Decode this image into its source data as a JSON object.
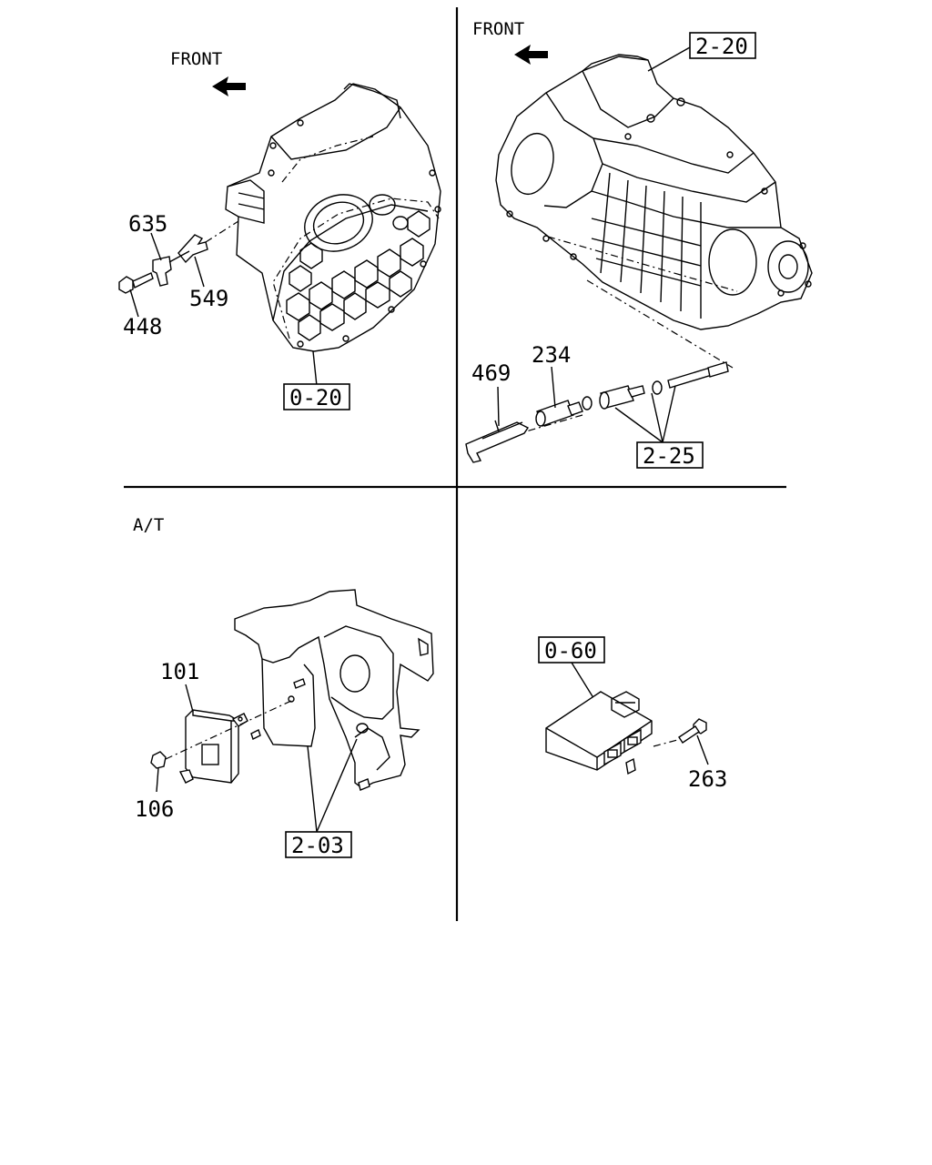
{
  "panels": {
    "top_left": {
      "direction_label": "FRONT",
      "ref_box": "0-20",
      "part_numbers": [
        "635",
        "549",
        "448"
      ],
      "icons": [
        "front-arrow-icon",
        "flywheel-housing-icon",
        "sensor-icon",
        "bracket-icon",
        "bolt-icon"
      ]
    },
    "top_right": {
      "direction_label": "FRONT",
      "ref_box_top": "2-20",
      "ref_box_bottom": "2-25",
      "part_numbers": [
        "469",
        "234"
      ],
      "icons": [
        "front-arrow-icon",
        "transmission-icon",
        "clip-icon",
        "speed-sensor-icon",
        "oring-icon",
        "shaft-icon"
      ]
    },
    "bottom_left": {
      "section_label": "A/T",
      "ref_box": "2-03",
      "part_numbers": [
        "101",
        "106"
      ],
      "icons": [
        "bracket-assembly-icon",
        "control-module-icon",
        "nut-icon"
      ]
    },
    "bottom_right": {
      "ref_box": "0-60",
      "part_numbers": [
        "263"
      ],
      "icons": [
        "ecu-unit-icon",
        "bolt-icon"
      ]
    }
  }
}
